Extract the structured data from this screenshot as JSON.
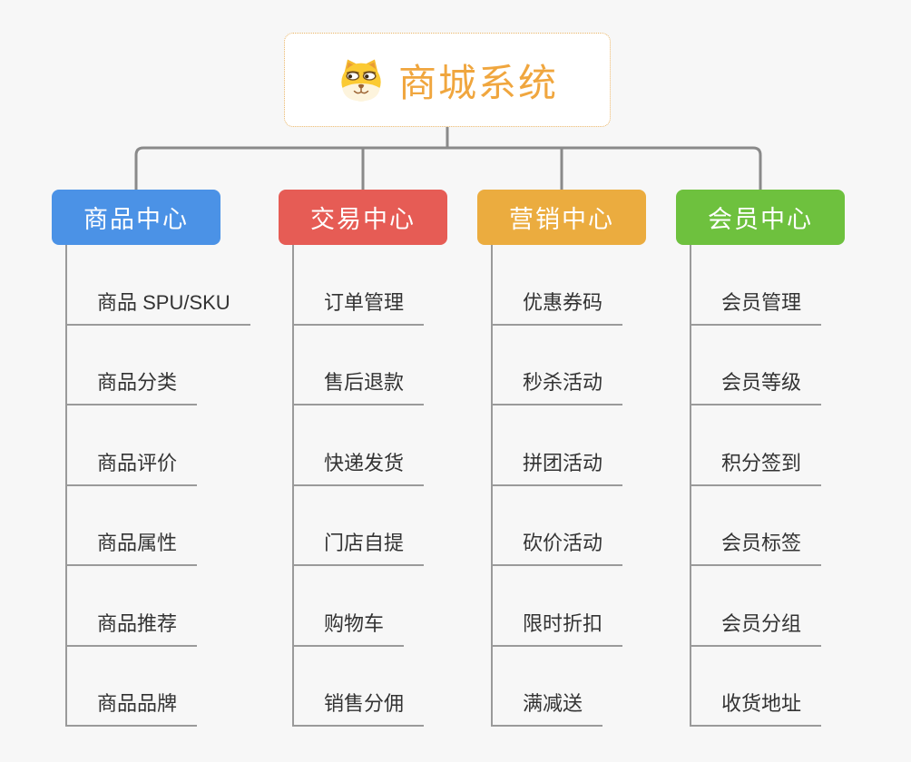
{
  "root": {
    "title": "商城系统",
    "icon": "dog-face-icon"
  },
  "branches": [
    {
      "label": "商品中心",
      "color": "#4b92e6",
      "items": [
        "商品 SPU/SKU",
        "商品分类",
        "商品评价",
        "商品属性",
        "商品推荐",
        "商品品牌"
      ]
    },
    {
      "label": "交易中心",
      "color": "#e65c55",
      "items": [
        "订单管理",
        "售后退款",
        "快递发货",
        "门店自提",
        "购物车",
        "销售分佣"
      ]
    },
    {
      "label": "营销中心",
      "color": "#ebac3f",
      "items": [
        "优惠券码",
        "秒杀活动",
        "拼团活动",
        "砍价活动",
        "限时折扣",
        "满减送"
      ]
    },
    {
      "label": "会员中心",
      "color": "#6ec13e",
      "items": [
        "会员管理",
        "会员等级",
        "积分签到",
        "会员标签",
        "会员分组",
        "收货地址"
      ]
    }
  ],
  "colors": {
    "background": "#f7f7f7",
    "root_title": "#f0a63e",
    "root_border": "#e9b465",
    "connector": "#8a8a8a",
    "topic_line": "#9a9a9a",
    "item_text": "#333333"
  }
}
